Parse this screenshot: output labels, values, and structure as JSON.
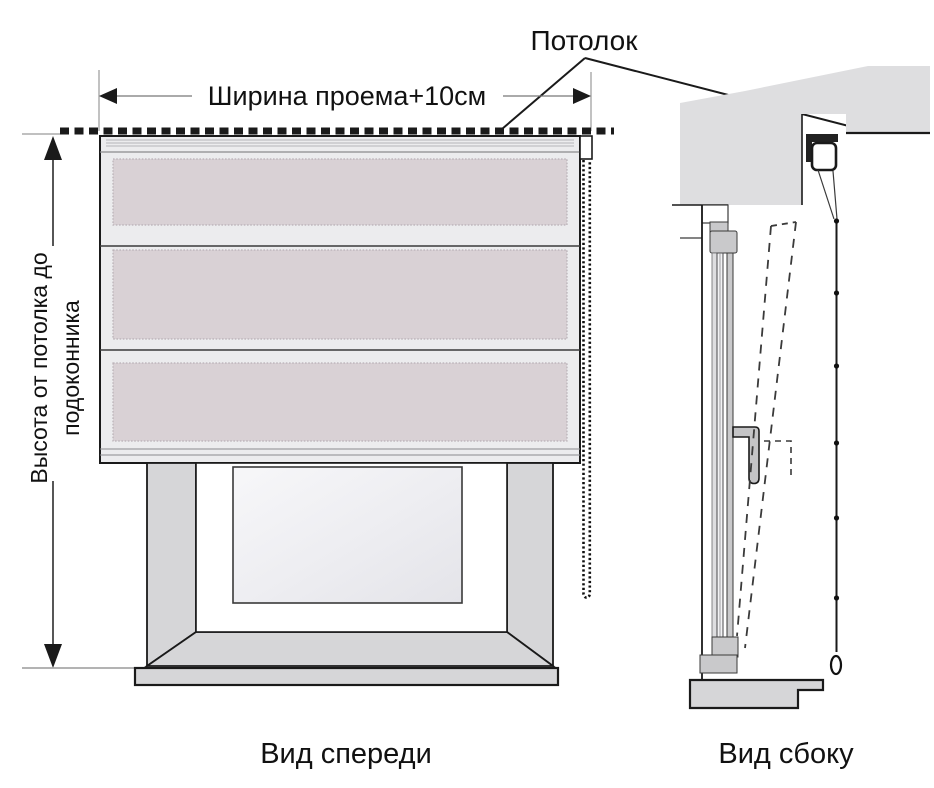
{
  "labels": {
    "ceiling": "Потолок",
    "width_dimension": "Ширина проема+10см",
    "height_dimension_line1": "Высота от потолка до",
    "height_dimension_line2": "подоконника"
  },
  "captions": {
    "front_view": "Вид спереди",
    "side_view": "Вид сбоку"
  },
  "diagram": {
    "type": "installation-measurement-diagram",
    "subject": "roman-blind-above-window-opening",
    "views": [
      "front",
      "side"
    ],
    "front_view": {
      "blind_panels": 3,
      "has_control_chain_right": true,
      "ceiling_reference": "dashed-line",
      "window": [
        "reveal",
        "frame",
        "glass",
        "sill"
      ]
    },
    "side_view": {
      "elements": [
        "ceiling-section",
        "wall-section",
        "roller-mechanism-bracket",
        "blind-fabric-with-rings",
        "window-frame-section",
        "handle",
        "tilted-sash-dashed-outline",
        "windowsill-section",
        "chain-weight"
      ]
    }
  },
  "colors": {
    "background": "#ffffff",
    "line_dark": "#1a1a1a",
    "blind_body": "#ececee",
    "fabric_panel": "#d9d1d5",
    "reveal_gray": "#d6d6d8",
    "wall_gray": "#dedee0",
    "frame_gray": "#c9c9cb",
    "dim_line_gray": "#9a9a9a"
  }
}
